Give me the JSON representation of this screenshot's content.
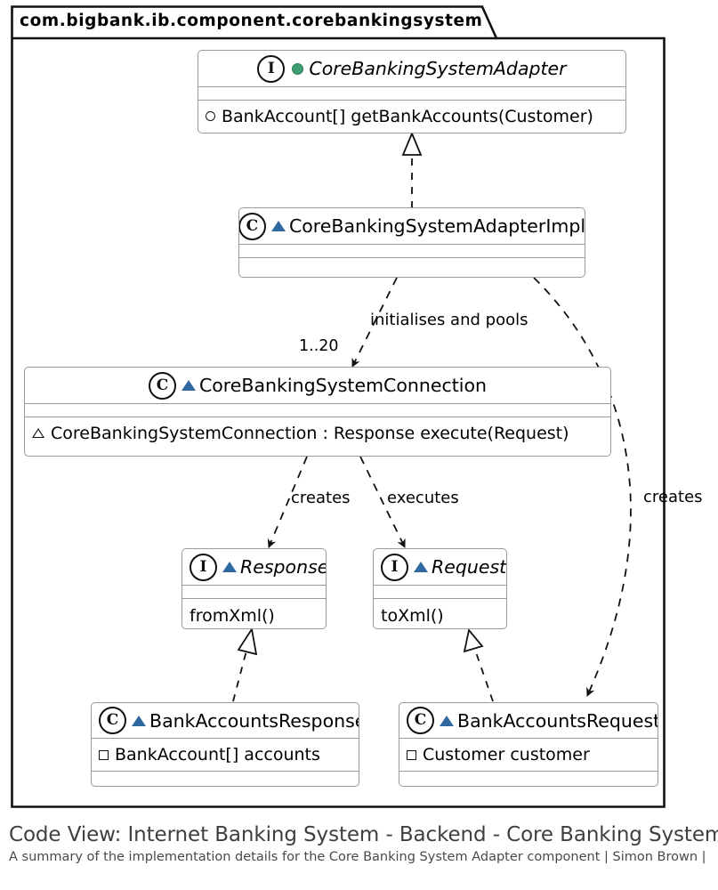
{
  "package": {
    "name": "com.bigbank.ib.component.corebankingsystem"
  },
  "classes": {
    "core_banking_system_adapter": {
      "stereotype": "I",
      "name": "CoreBankingSystemAdapter",
      "marker": "green-dot",
      "members": [
        {
          "marker": "hollow-circle",
          "text": "BankAccount[] getBankAccounts(Customer)"
        }
      ]
    },
    "core_banking_system_adapter_impl": {
      "stereotype": "C",
      "name": "CoreBankingSystemAdapterImpl",
      "marker": "blue-triangle",
      "members": []
    },
    "core_banking_system_connection": {
      "stereotype": "C",
      "name": "CoreBankingSystemConnection",
      "marker": "blue-triangle",
      "members": [
        {
          "marker": "hollow-triangle",
          "text": "CoreBankingSystemConnection : Response execute(Request)"
        }
      ]
    },
    "response": {
      "stereotype": "I",
      "name": "Response",
      "marker": "blue-triangle",
      "members": [
        {
          "marker": "none",
          "text": "fromXml()"
        }
      ]
    },
    "request": {
      "stereotype": "I",
      "name": "Request",
      "marker": "blue-triangle",
      "members": [
        {
          "marker": "none",
          "text": "toXml()"
        }
      ]
    },
    "bank_accounts_response": {
      "stereotype": "C",
      "name": "BankAccountsResponse",
      "marker": "blue-triangle",
      "members": [
        {
          "marker": "hollow-square",
          "text": "BankAccount[] accounts"
        }
      ]
    },
    "bank_accounts_request": {
      "stereotype": "C",
      "name": "BankAccountsRequest",
      "marker": "blue-triangle",
      "members": [
        {
          "marker": "hollow-square",
          "text": "Customer customer"
        }
      ]
    }
  },
  "relationships": {
    "impl_to_adapter": {
      "label": "",
      "type": "realization"
    },
    "impl_to_connection": {
      "label": "initialises and pools",
      "multiplicity": "1..20",
      "type": "dependency"
    },
    "connection_creates_response": {
      "label": "creates",
      "type": "dependency"
    },
    "connection_executes_request": {
      "label": "executes",
      "type": "dependency"
    },
    "impl_creates_request": {
      "label": "creates",
      "type": "dependency"
    },
    "response_impl": {
      "label": "",
      "type": "realization"
    },
    "request_impl": {
      "label": "",
      "type": "realization"
    }
  },
  "caption": {
    "title": "Code View: Internet Banking System - Backend - Core Banking System A",
    "subtitle": "A summary of the implementation details for the Core Banking System Adapter component | Simon Brown |"
  },
  "colors": {
    "green_marker": "#3c9e72",
    "blue_marker": "#30699f",
    "box_border": "#9a9a9a",
    "package_border": "#111111",
    "caption_text": "#3f3f3f"
  }
}
